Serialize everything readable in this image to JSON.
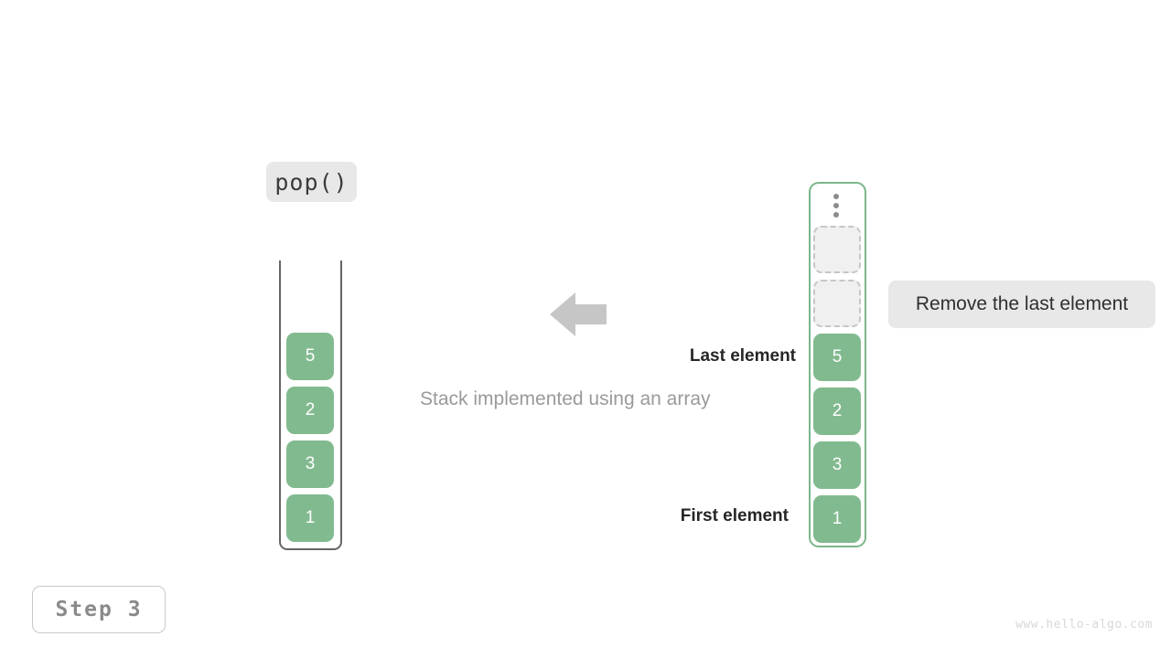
{
  "operation": {
    "label": "pop()"
  },
  "caption": {
    "text": "Stack implemented using an array"
  },
  "callout": {
    "text": "Remove the last element"
  },
  "annotations": {
    "last_element": "Last element",
    "first_element": "First element"
  },
  "step": {
    "label": "Step 3"
  },
  "watermark": {
    "text": "www.hello-algo.com"
  },
  "arrow": {
    "direction": "left",
    "color": "#c6c6c6"
  },
  "colors": {
    "filled_cell": "#82ba8f",
    "empty_cell_fill": "#f0f0f0",
    "empty_cell_border": "#c6c6c6",
    "array_border": "#7cb68a",
    "stack_border": "#666666",
    "chip_background": "#e8e8e8"
  },
  "stack": {
    "title": "stack",
    "open_top": true,
    "cells": [
      {
        "value": "5",
        "state": "filled"
      },
      {
        "value": "2",
        "state": "filled"
      },
      {
        "value": "3",
        "state": "filled"
      },
      {
        "value": "1",
        "state": "filled"
      }
    ]
  },
  "array": {
    "title": "array",
    "ellipsis": "⋮",
    "cells": [
      {
        "value": "",
        "state": "empty"
      },
      {
        "value": "",
        "state": "empty"
      },
      {
        "value": "5",
        "state": "filled"
      },
      {
        "value": "2",
        "state": "filled"
      },
      {
        "value": "3",
        "state": "filled"
      },
      {
        "value": "1",
        "state": "filled"
      }
    ]
  }
}
